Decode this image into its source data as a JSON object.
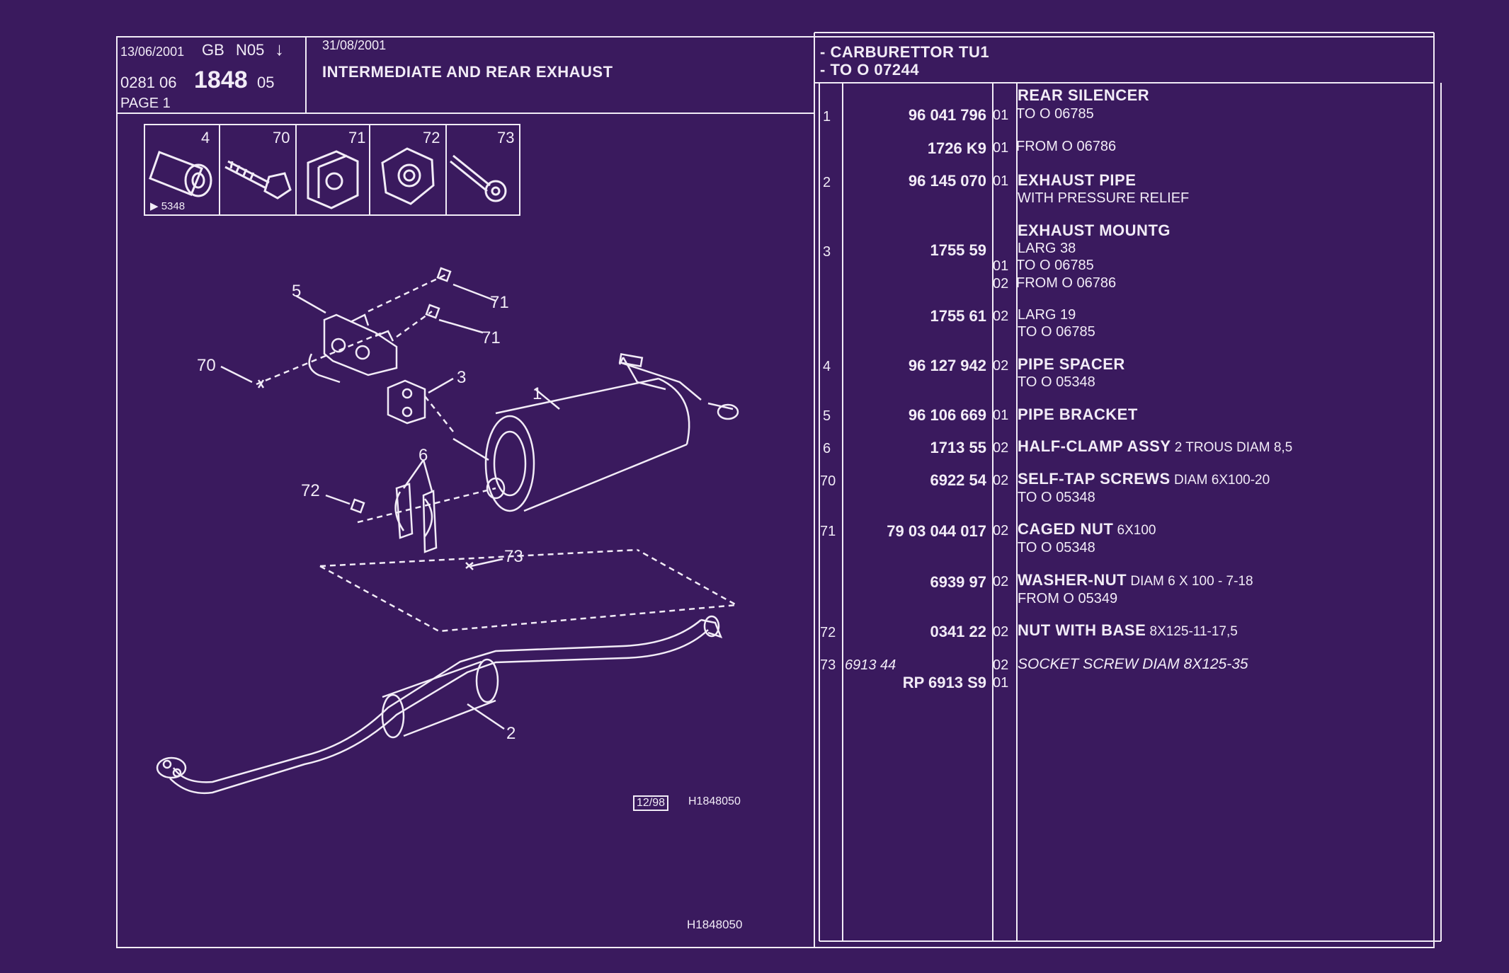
{
  "header": {
    "date1": "13/06/2001",
    "lang": "GB",
    "code": "N05",
    "arrow": "↓",
    "ref_prefix": "0281 06",
    "ref_main": "1848",
    "ref_suffix": "05",
    "page": "PAGE 1",
    "date2": "31/08/2001",
    "title": "INTERMEDIATE AND REAR EXHAUST",
    "model_line1": "- CARBURETTOR TU1",
    "model_line2": "- TO O  07244"
  },
  "icons": [
    {
      "num": "4",
      "icon": "pipe-spacer-icon",
      "note": "▶ 5348"
    },
    {
      "num": "70",
      "icon": "self-tap-screw-icon"
    },
    {
      "num": "71",
      "icon": "caged-nut-icon"
    },
    {
      "num": "72",
      "icon": "nut-with-base-icon"
    },
    {
      "num": "73",
      "icon": "socket-screw-icon"
    }
  ],
  "diagram_labels": {
    "l5": "5",
    "l71a": "71",
    "l71b": "71",
    "l70": "70",
    "l3": "3",
    "l1": "1",
    "l6": "6",
    "l72": "72",
    "l73": "73",
    "l2": "2",
    "stamp": "12/98",
    "stamp_code": "H1848050",
    "footer_code": "H1848050"
  },
  "parts": [
    {
      "ref": "1",
      "pn": "96 041 796",
      "qty": "01",
      "desc_bold": "REAR SILENCER",
      "desc_norm": "",
      "sub": [
        "TO  O  06785"
      ]
    },
    {
      "ref": "",
      "pn": "1726 K9",
      "qty": "01",
      "desc_bold": "",
      "desc_norm": "FROM  O  06786",
      "sub": []
    },
    {
      "ref": "2",
      "pn": "96 145 070",
      "qty": "01",
      "desc_bold": "EXHAUST PIPE",
      "desc_norm": "",
      "sub": [
        "WITH PRESSURE RELIEF"
      ]
    },
    {
      "ref": "3",
      "pn": "1755 59",
      "qty": "",
      "desc_bold": "EXHAUST MOUNTG",
      "desc_norm": "",
      "sub": [
        "LARG 38"
      ],
      "variants": [
        {
          "qty": "01",
          "text": "TO  O  06785"
        },
        {
          "qty": "02",
          "text": "FROM  O  06786"
        }
      ]
    },
    {
      "ref": "",
      "pn": "1755 61",
      "qty": "02",
      "desc_bold": "",
      "desc_norm": "LARG 19",
      "sub": [
        "TO  O  06785"
      ]
    },
    {
      "ref": "4",
      "pn": "96 127 942",
      "qty": "02",
      "desc_bold": "PIPE SPACER",
      "desc_norm": "",
      "sub": [
        "TO  O  05348"
      ]
    },
    {
      "ref": "5",
      "pn": "96 106 669",
      "qty": "01",
      "desc_bold": "PIPE BRACKET",
      "desc_norm": "",
      "sub": []
    },
    {
      "ref": "6",
      "pn": "1713 55",
      "qty": "02",
      "desc_bold": "HALF-CLAMP ASSY",
      "desc_norm": " 2 TROUS DIAM 8,5",
      "sub": []
    },
    {
      "ref": "70",
      "pn": "6922 54",
      "qty": "02",
      "desc_bold": "SELF-TAP SCREWS",
      "desc_norm": " DIAM 6X100-20",
      "sub": [
        "TO  O  05348"
      ]
    },
    {
      "ref": "71",
      "pn": "79 03 044 017",
      "qty": "02",
      "desc_bold": "CAGED NUT",
      "desc_norm": " 6X100",
      "sub": [
        "TO  O  05348"
      ]
    },
    {
      "ref": "",
      "pn": "6939 97",
      "qty": "02",
      "desc_bold": "WASHER-NUT",
      "desc_norm": " DIAM 6 X 100 - 7-18",
      "sub": [
        "FROM  O  05349"
      ]
    },
    {
      "ref": "72",
      "pn": "0341 22",
      "qty": "02",
      "desc_bold": "NUT WITH BASE",
      "desc_norm": " 8X125-11-17,5",
      "sub": []
    },
    {
      "ref": "73",
      "pn_italic": "6913 44",
      "pn": "",
      "qty": "02",
      "desc_italic": "SOCKET SCREW DIAM 8X125-35",
      "sub": []
    },
    {
      "ref": "",
      "pn": "RP  6913 S9",
      "qty": "01",
      "desc_bold": "",
      "desc_norm": "",
      "sub": []
    }
  ]
}
